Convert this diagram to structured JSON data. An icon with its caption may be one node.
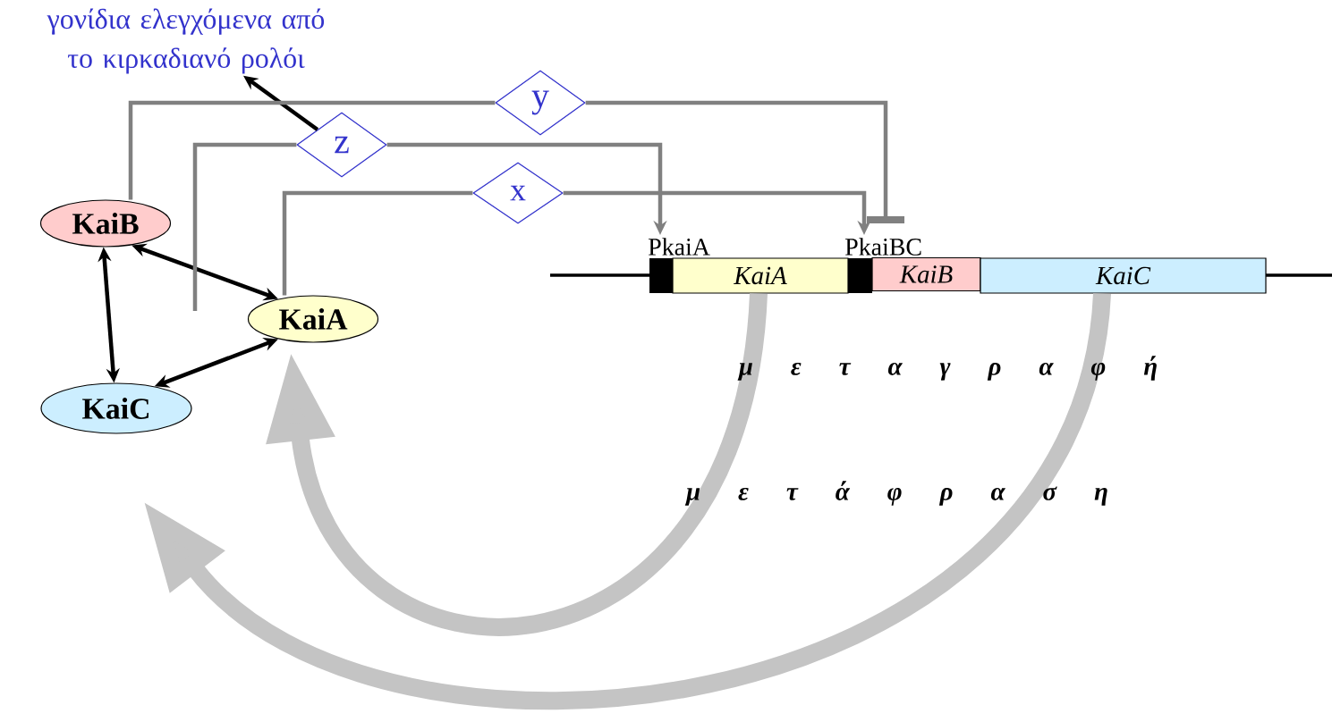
{
  "diagram": {
    "nodes": [
      {
        "text": [
          "γονίδια ελεγχόμενα από το κιρκαδιανό ρολόι"
        ]
      },
      {
        "text": [
          "KaiB"
        ]
      },
      {
        "text": [
          "KaiA"
        ]
      },
      {
        "text": [
          "KaiC"
        ]
      },
      {
        "text": [
          "y"
        ]
      },
      {
        "text": [
          "z"
        ]
      },
      {
        "text": [
          "x"
        ]
      },
      {
        "text": [
          "PkaiA"
        ]
      },
      {
        "text": [
          "KaiA"
        ]
      },
      {
        "text": [
          "PkaiBC"
        ]
      },
      {
        "text": [
          "KaiB"
        ]
      },
      {
        "text": [
          "KaiC"
        ]
      }
    ],
    "edges": [
      {
        "from": 5,
        "to": 0,
        "arrow": "to",
        "color": "#000000"
      },
      {
        "from": 1,
        "to": 2,
        "arrow": "both",
        "color": "#000000"
      },
      {
        "from": 1,
        "to": 3,
        "arrow": "both",
        "color": "#000000"
      },
      {
        "from": 3,
        "to": 2,
        "arrow": "both",
        "color": "#000000"
      },
      {
        "from": 1,
        "to": 4,
        "arrow": "none",
        "color": "#808080"
      },
      {
        "from": 4,
        "to": 9,
        "arrow": "other",
        "color": "#808080"
      },
      {
        "from": null,
        "to": 5,
        "arrow": "none",
        "color": "#808080"
      },
      {
        "from": 5,
        "to": 7,
        "arrow": "to",
        "color": "#808080"
      },
      {
        "from": 2,
        "to": 6,
        "arrow": "none",
        "color": "#808080"
      },
      {
        "from": 6,
        "to": 9,
        "arrow": "to",
        "color": "#808080"
      },
      {
        "from": 8,
        "to": 2,
        "arrow": "to",
        "style": "thick",
        "color": "#c4c4c4"
      },
      {
        "from": 11,
        "to": 3,
        "arrow": "to",
        "style": "thick",
        "color": "#c4c4c4"
      }
    ],
    "labels": [
      "μ ε τ α γ ρ α φ ή",
      "μ ε τ ά φ ρ α σ η"
    ]
  }
}
